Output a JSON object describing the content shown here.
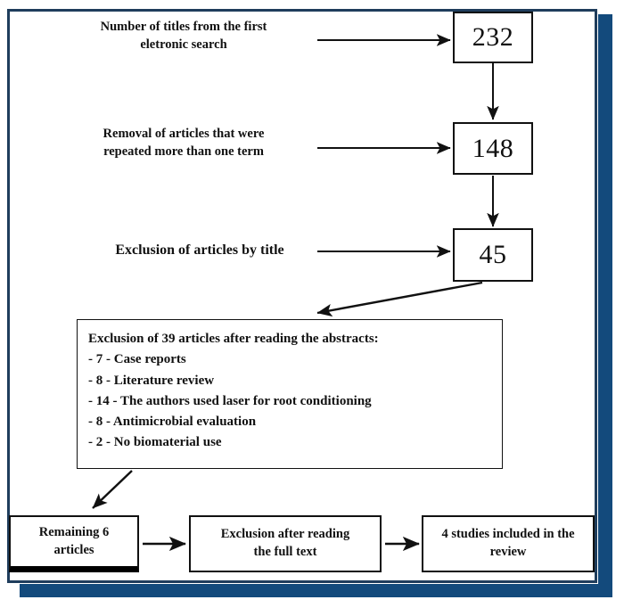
{
  "colors": {
    "frame_thin": "#1f3d5c",
    "frame_thick": "#134a7c",
    "box_border": "#111111",
    "text": "#111111",
    "background": "#ffffff"
  },
  "chart_data": {
    "type": "diagram",
    "title": "Study selection flow diagram",
    "nodes": [
      {
        "id": "n232",
        "label": "232",
        "kind": "count"
      },
      {
        "id": "n148",
        "label": "148",
        "kind": "count"
      },
      {
        "id": "n45",
        "label": "45",
        "kind": "count"
      },
      {
        "id": "nexcl",
        "label": "Exclusion of 39 articles after reading the abstracts:",
        "kind": "detail"
      },
      {
        "id": "nremain",
        "label": "Remaining 6 articles",
        "kind": "terminal"
      },
      {
        "id": "nfulltext",
        "label": "Exclusion after reading the full text",
        "kind": "terminal"
      },
      {
        "id": "nincluded",
        "label": "4 studies included in the review",
        "kind": "terminal"
      }
    ],
    "edges": [
      {
        "from": "label_search",
        "to": "n232",
        "style": "straight-right"
      },
      {
        "from": "n232",
        "to": "n148",
        "style": "straight-down"
      },
      {
        "from": "label_removal",
        "to": "n148",
        "style": "straight-right"
      },
      {
        "from": "n148",
        "to": "n45",
        "style": "straight-down"
      },
      {
        "from": "label_exclusion_title",
        "to": "n45",
        "style": "straight-right"
      },
      {
        "from": "n45",
        "to": "nexcl",
        "style": "diagonal-down-left"
      },
      {
        "from": "nexcl",
        "to": "nremain",
        "style": "diagonal-down-left"
      },
      {
        "from": "nremain",
        "to": "nfulltext",
        "style": "straight-right"
      },
      {
        "from": "nfulltext",
        "to": "nincluded",
        "style": "straight-right"
      }
    ]
  },
  "labels": {
    "search": "Number of titles from the first eletronic search",
    "search_line1": "Number of titles from the first",
    "search_line2": "eletronic search",
    "removal_line1": "Removal of articles that were",
    "removal_line2": "repeated more than one term",
    "exclusion_title": "Exclusion of articles by title"
  },
  "counts": {
    "first_search": "232",
    "after_duplicates": "148",
    "after_title": "45"
  },
  "exclusion_box": {
    "title": "Exclusion of 39 articles after reading the abstracts:",
    "items": [
      "- 7 - Case reports",
      "- 8 - Literature review",
      "- 14 - The authors used laser for root conditioning",
      "- 8 - Antimicrobial evaluation",
      "- 2 - No biomaterial use"
    ]
  },
  "bottom_row": {
    "remaining_line1": "Remaining 6",
    "remaining_line2": "articles",
    "fulltext_line1": "Exclusion after reading",
    "fulltext_line2": "the full text",
    "included_line1": "4 studies included in the",
    "included_line2": "review"
  }
}
